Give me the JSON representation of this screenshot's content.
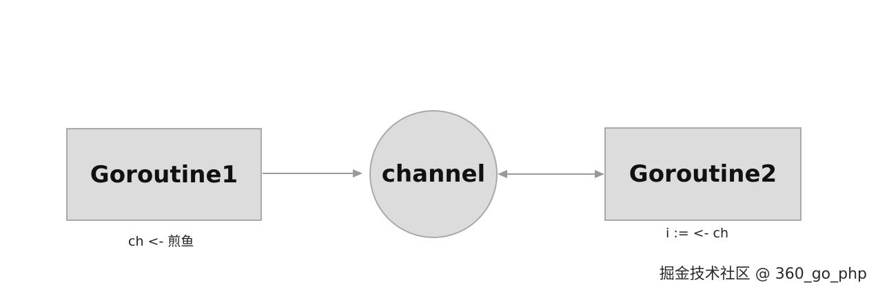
{
  "nodes": {
    "goroutine1": "Goroutine1",
    "channel": "channel",
    "goroutine2": "Goroutine2"
  },
  "captions": {
    "send": "ch <- 煎鱼",
    "receive": "i := <- ch"
  },
  "watermark": "掘金技术社区 @ 360_go_php",
  "colors": {
    "node_fill": "#dcdcdc",
    "node_border": "#a9a9a9",
    "arrow": "#999999"
  }
}
